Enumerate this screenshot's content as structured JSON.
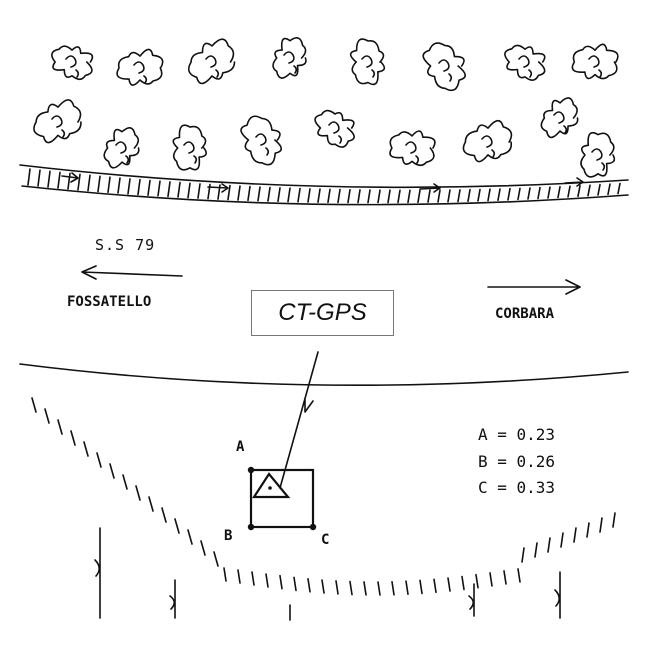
{
  "road": {
    "code": "S.S 79"
  },
  "directions": {
    "left_town": "FOSSATELLO",
    "right_town": "CORBARA"
  },
  "station": {
    "name": "CT-GPS"
  },
  "points": {
    "a": "A",
    "b": "B",
    "c": "C"
  },
  "distances": {
    "a": "A = 0.23",
    "b": "B = 0.26",
    "c": "C = 0.33"
  }
}
